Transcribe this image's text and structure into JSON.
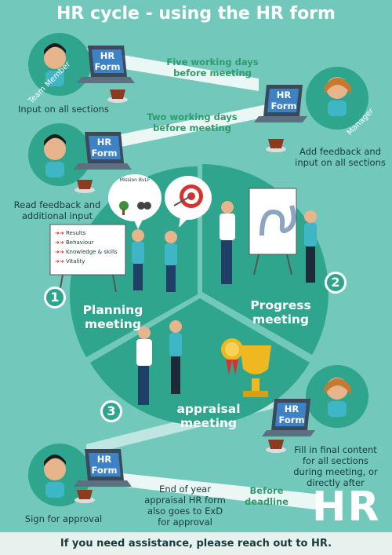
{
  "title": "HR cycle - using the HR form",
  "form_label_line1": "HR",
  "form_label_line2": "Form",
  "roles": {
    "team_member": "Team Member",
    "manager": "Manager"
  },
  "steps": {
    "input_all": "Input on all sections",
    "five_days_l1": "Five working days",
    "five_days_l2": "before meeting",
    "two_days_l1": "Two working days",
    "two_days_l2": "before meeting",
    "manager_l1": "Add feedback and",
    "manager_l2": "input on all sections",
    "read_l1": "Read feedback and",
    "read_l2": "additional input",
    "final_l1": "Fill in final content",
    "final_l2": "for all sections",
    "final_l3": "during meeting, or",
    "final_l4": "directly after",
    "sign": "Sign for approval",
    "eoy_l1": "End of year",
    "eoy_l2": "appraisal HR form",
    "eoy_l3": "also goes to ExD",
    "eoy_l4": "for approval",
    "deadline": "Before deadline",
    "hr_big": "HR"
  },
  "meetings": {
    "planning": {
      "num": "1",
      "label": "Planning meeting"
    },
    "progress": {
      "num": "2",
      "label": "Progress meeting"
    },
    "appraisal": {
      "num": "3",
      "label": "appraisal meeting"
    }
  },
  "board_items": [
    "Results",
    "Behaviour",
    "Knowledge & skills",
    "Vitality"
  ],
  "bubble_text": "Mission BvLF",
  "footer": "If you need assistance, please reach out to HR.",
  "colors": {
    "background": "#72c8bb",
    "pie": "#2fa58e",
    "badge": "#2fa58e",
    "accent_green": "#2e9c6a",
    "text_dark": "#173b3b",
    "footer_bg": "#e7f2ee"
  }
}
